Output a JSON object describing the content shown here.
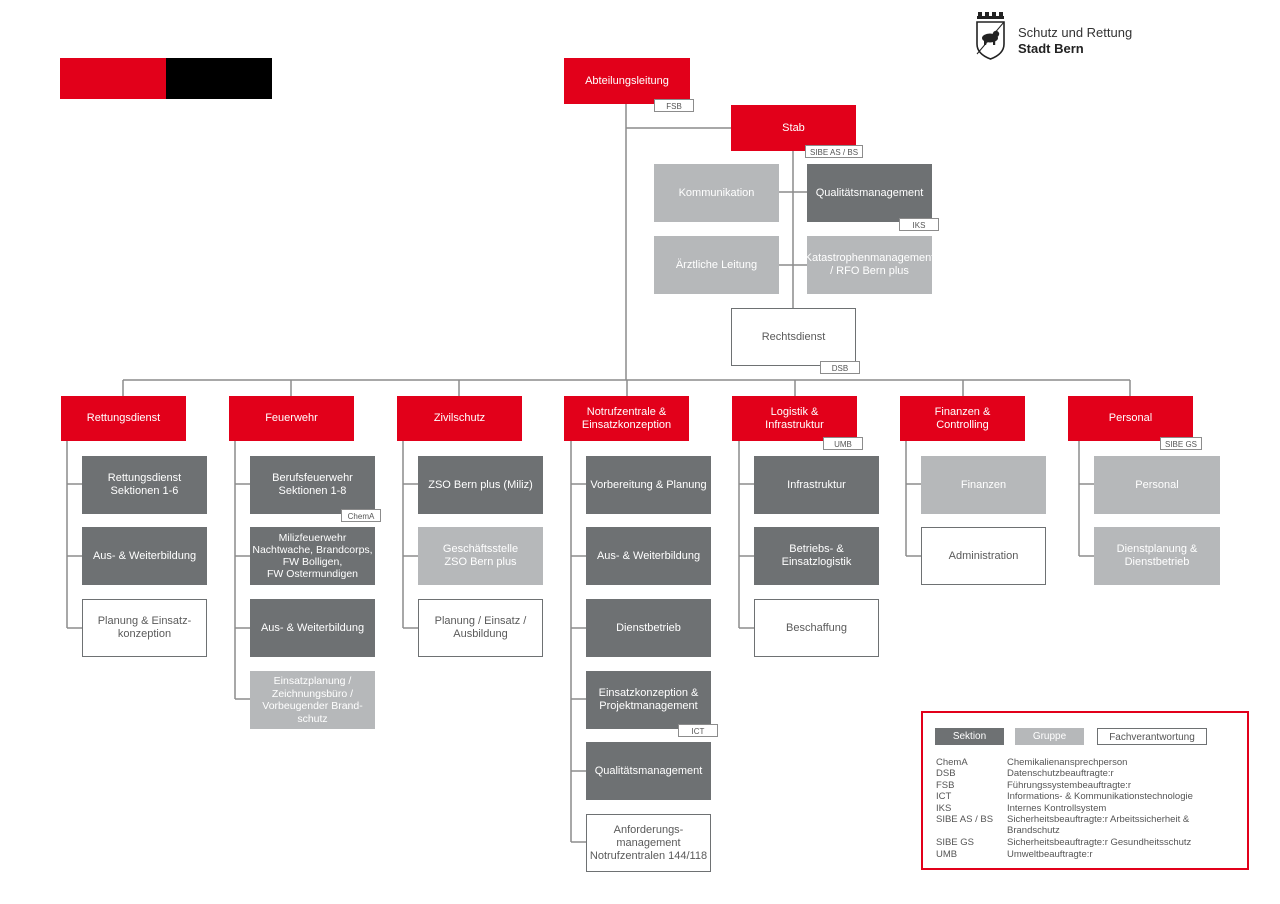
{
  "logo": {
    "line1": "Schutz und Rettung",
    "line2": "Stadt Bern",
    "icon": "bern-bear-crest-icon"
  },
  "colors": {
    "section_red": "#e2001a",
    "sektion": "#6e7173",
    "gruppe": "#b6b8ba",
    "line": "#8c8c8c"
  },
  "top": {
    "abteilungsleitung": "Abteilungsleitung",
    "abteilungsleitung_tag": "FSB",
    "stab": "Stab",
    "stab_tag": "SIBE AS / BS",
    "kommunikation": "Kommunikation",
    "qualitaetsmanagement": "Qualitätsmanagement",
    "qualitaetsmanagement_tag": "IKS",
    "aerztliche_leitung": "Ärztliche Leitung",
    "katastrophen": "Katastrophenmanagement\n/ RFO Bern plus",
    "rechtsdienst": "Rechtsdienst",
    "rechtsdienst_tag": "DSB"
  },
  "columns": {
    "rettungsdienst": {
      "header": "Rettungsdienst",
      "items": [
        "Rettungsdienst\nSektionen 1-6",
        "Aus- & Weiterbildung",
        "Planung & Einsatz-\nkonzeption"
      ]
    },
    "feuerwehr": {
      "header": "Feuerwehr",
      "items": [
        "Berufsfeuerwehr\nSektionen 1-8",
        "Milizfeuerwehr\nNachtwache, Brandcorps,\nFW Bolligen,\nFW Ostermundigen",
        "Aus- & Weiterbildung",
        "Einsatzplanung /\nZeichnungsbüro /\nVorbeugender Brand-\nschutz"
      ],
      "item0_tag": "ChemA"
    },
    "zivilschutz": {
      "header": "Zivilschutz",
      "items": [
        "ZSO Bern plus (Miliz)",
        "Geschäftsstelle\nZSO Bern plus",
        "Planung / Einsatz /\nAusbildung"
      ]
    },
    "notrufzentrale": {
      "header": "Notrufzentrale &\nEinsatzkonzeption",
      "items": [
        "Vorbereitung & Planung",
        "Aus- & Weiterbildung",
        "Dienstbetrieb",
        "Einsatzkonzeption &\nProjektmanagement",
        "Qualitätsmanagement",
        "Anforderungs-\nmanagement\nNotrufzentralen 144/118"
      ],
      "item3_tag": "ICT"
    },
    "logistik": {
      "header": "Logistik &\nInfrastruktur",
      "header_tag": "UMB",
      "items": [
        "Infrastruktur",
        "Betriebs- &\nEinsatzlogistik",
        "Beschaffung"
      ]
    },
    "finanzen": {
      "header": "Finanzen &\nControlling",
      "items": [
        "Finanzen",
        "Administration"
      ]
    },
    "personal": {
      "header": "Personal",
      "header_tag": "SIBE GS",
      "items": [
        "Personal",
        "Dienstplanung &\nDienstbetrieb"
      ]
    }
  },
  "legend": {
    "sektion": "Sektion",
    "gruppe": "Gruppe",
    "fachverantwortung": "Fachverantwortung",
    "entries": [
      {
        "abbr": "ChemA",
        "def": "Chemikalienansprechperson"
      },
      {
        "abbr": "DSB",
        "def": "Datenschutzbeauftragte:r"
      },
      {
        "abbr": "FSB",
        "def": "Führungssystembeauftragte:r"
      },
      {
        "abbr": "ICT",
        "def": "Informations- & Kommunikationstechnologie"
      },
      {
        "abbr": "IKS",
        "def": "Internes Kontrollsystem"
      },
      {
        "abbr": "SIBE AS / BS",
        "def": "Sicherheitsbeauftragte:r Arbeitssicherheit &\nBrandschutz"
      },
      {
        "abbr": "SIBE GS",
        "def": "Sicherheitsbeauftragte:r Gesundheitsschutz"
      },
      {
        "abbr": "UMB",
        "def": "Umweltbeauftragte:r"
      }
    ]
  }
}
